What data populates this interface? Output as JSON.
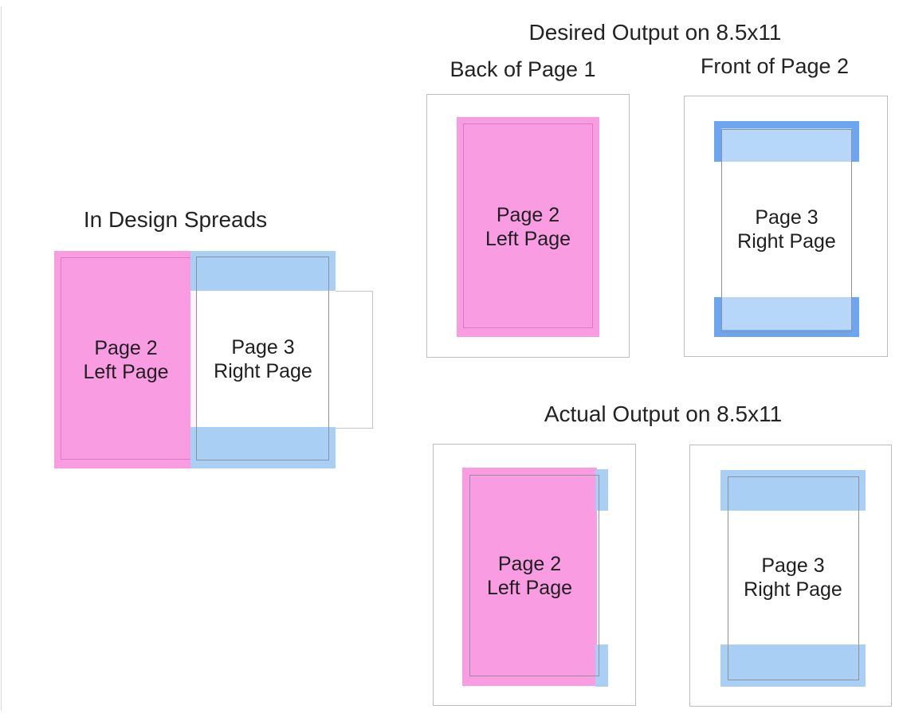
{
  "colors": {
    "pink": "#FA9CE2",
    "pink_border": "#D87CC6",
    "light_blue": "#A9CFF5",
    "light_blue_soft": "#B6D7F9",
    "dark_blue": "#6CA6F2",
    "sheet_border": "#BDBDBD",
    "trim_line": "#8E939B",
    "text": "#232323"
  },
  "spread": {
    "title": "In Design Spreads",
    "page2_line1": "Page 2",
    "page2_line2": "Left Page",
    "page3_line1": "Page 3",
    "page3_line2": "Right Page"
  },
  "desired": {
    "title": "Desired Output on 8.5x11",
    "back_label": "Back of Page 1",
    "front_label": "Front of Page 2",
    "page2_line1": "Page 2",
    "page2_line2": "Left Page",
    "page3_line1": "Page 3",
    "page3_line2": "Right Page"
  },
  "actual": {
    "title": "Actual Output on 8.5x11",
    "page2_line1": "Page 2",
    "page2_line2": "Left Page",
    "page3_line1": "Page 3",
    "page3_line2": "Right Page"
  }
}
